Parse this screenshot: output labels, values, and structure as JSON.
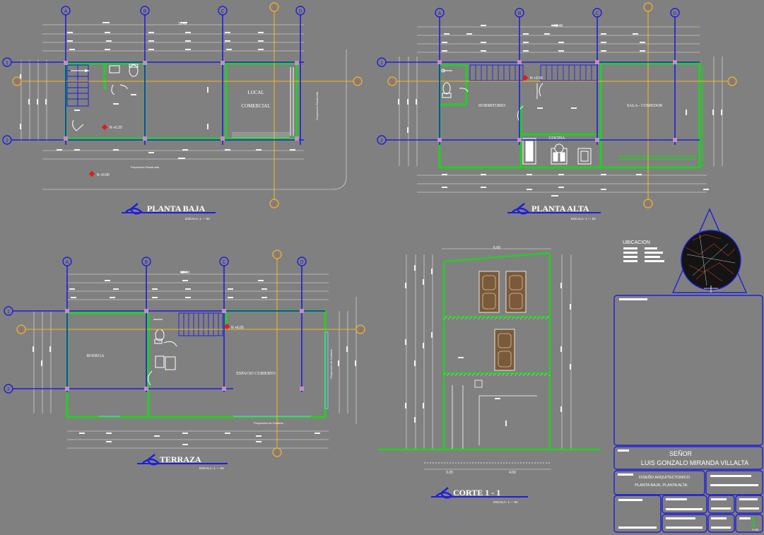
{
  "plans": {
    "planta_baja": {
      "title": "PLANTA BAJA",
      "scale": "ESCALA: 1 — 50",
      "room_local": "LOCAL",
      "room_comercial": "COMERCIAL",
      "level_1": "N +0.20",
      "level_2": "N +0.00",
      "proj_note": "Proyección Planta Alta",
      "overall_dim": "12.40"
    },
    "planta_alta": {
      "title": "PLANTA ALTA",
      "scale": "ESCALA: 1 — 50",
      "room_dormitorio": "DORMITORIO",
      "room_sala": "SALA - COMEDOR",
      "room_cocina": "COCINA",
      "level_1": "N +3.00",
      "overall_dim": "12.40"
    },
    "terraza": {
      "title": "TERRAZA",
      "scale": "ESCALA: 1 — 50",
      "room_bodega": "BODEGA",
      "room_espacio": "ESPACIO CUBIERTO",
      "level_1": "N +6.00",
      "proj_note": "Proyección de Cubierta",
      "overall_dim": "12.40"
    },
    "corte": {
      "title": "CORTE 1 - 1",
      "scale": "ESCALA: 1 — 50",
      "top_dim": "6.00",
      "bottom_dim_1": "3.20",
      "bottom_dim_2": "4.00"
    }
  },
  "axes": {
    "letters": [
      "A",
      "B",
      "C",
      "1",
      "D"
    ],
    "rows": [
      "1",
      "2",
      "3"
    ]
  },
  "location": {
    "label": "UBICACION"
  },
  "title_block": {
    "owner_label": "SEÑOR",
    "owner_name": "LUIS GONZALO MIRANDA VILLALTA",
    "content_line_1": "DISEÑO ARQUITECTONICO",
    "content_line_2": "PLANTA BAJA, PLANTA ALTA.",
    "sheet_number": "1",
    "sheet_code": "A-01"
  },
  "colors": {
    "background": "#808080",
    "axis_blue": "#1f1fd8",
    "axis_yellow": "#f2b91c",
    "wall_green": "#22d022",
    "dim_white": "#f2f2f2",
    "marker_red": "#e01c1c",
    "door_brown": "#7a5a3a"
  }
}
